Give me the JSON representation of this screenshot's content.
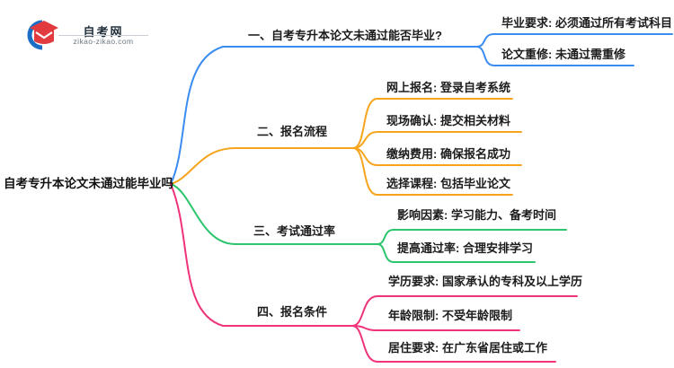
{
  "logo": {
    "title": "自考网",
    "domain": "zikao-zikao.com",
    "icon": "graduation-cap-icon",
    "icon_colors": {
      "crescent_blue": "#1c6ec4",
      "cap_red": "#e23b3f"
    }
  },
  "root": {
    "label": "自考专升本论文未通过能毕业吗"
  },
  "branches": [
    {
      "label": "一、自考专升本论文未通过能否毕业?",
      "color": "#3a8cf0",
      "children": [
        "毕业要求: 必须通过所有考试科目",
        "论文重修: 未通过需重修"
      ]
    },
    {
      "label": "二、报名流程",
      "color": "#f7a41d",
      "children": [
        "网上报名: 登录自考系统",
        "现场确认: 提交相关材料",
        "缴纳费用: 确保报名成功",
        "选择课程: 包括毕业论文"
      ]
    },
    {
      "label": "三、考试通过率",
      "color": "#2bc56d",
      "children": [
        "影响因素: 学习能力、备考时间",
        "提高通过率: 合理安排学习"
      ]
    },
    {
      "label": "四、报名条件",
      "color": "#f0327a",
      "children": [
        "学历要求: 国家承认的专科及以上学历",
        "年龄限制: 不受年龄限制",
        "居住要求: 在广东省居住或工作"
      ]
    }
  ]
}
